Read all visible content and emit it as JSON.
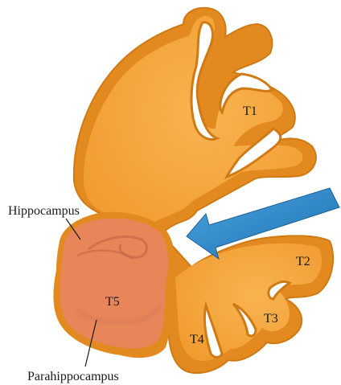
{
  "labels": {
    "t1": "T1",
    "t2": "T2",
    "t3": "T3",
    "t4": "T4",
    "t5": "T5",
    "hippocampus": "Hippocampus",
    "parahippocampus": "Parahippocampus"
  },
  "colors": {
    "white_matter": "#f4a83c",
    "gray_matter": "#e28a1f",
    "cortex_outline": "#cf7a14",
    "hippocampal_region": "#e8845e",
    "arrow": "#2a86c9",
    "label_text": "#1a1a1a"
  }
}
